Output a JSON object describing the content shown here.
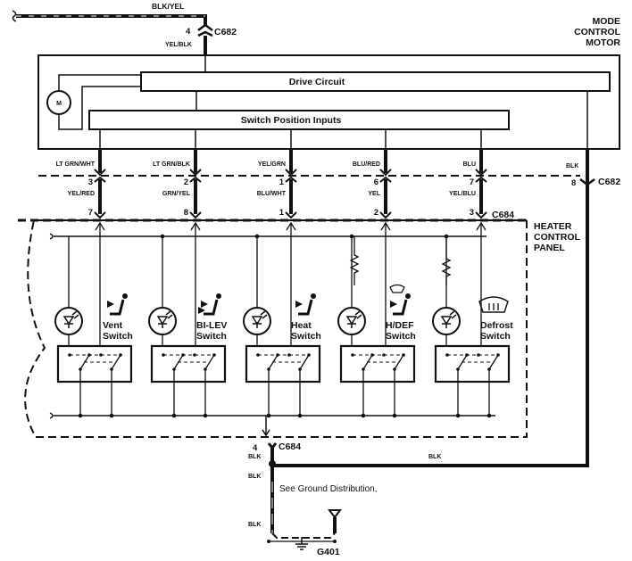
{
  "diagram": {
    "title": "Mode Control Motor / Heater Control Panel Wiring",
    "mode_control_motor_label": [
      "MODE",
      "CONTROL",
      "MOTOR"
    ],
    "heater_control_panel_label": [
      "HEATER",
      "CONTROL",
      "PANEL"
    ],
    "drive_circuit_label": "Drive Circuit",
    "switch_position_inputs_label": "Switch Position Inputs",
    "motor_symbol": "M",
    "top_wire": {
      "color": "BLK/YEL",
      "pin": "4",
      "connector": "C682",
      "lower_color": "YEL/BLK"
    },
    "connectors": {
      "upper": "C682",
      "lower": "C684"
    },
    "circuits": [
      {
        "upper_color": "LT GRN/WHT",
        "upper_pin": "3",
        "mid_color": "YEL/RED",
        "lower_pin": "7"
      },
      {
        "upper_color": "LT GRN/BLK",
        "upper_pin": "2",
        "mid_color": "GRN/YEL",
        "lower_pin": "8"
      },
      {
        "upper_color": "YEL/GRN",
        "upper_pin": "1",
        "mid_color": "BLU/WHT",
        "lower_pin": "1"
      },
      {
        "upper_color": "BLU/RED",
        "upper_pin": "6",
        "mid_color": "YEL",
        "lower_pin": "2"
      },
      {
        "upper_color": "BLU",
        "upper_pin": "7",
        "mid_color": "YEL/BLU",
        "lower_pin": "3"
      }
    ],
    "ground_circuit": {
      "upper_color": "BLK",
      "upper_pin": "8"
    },
    "switches": [
      {
        "label1": "Vent",
        "label2": "Switch",
        "icon": "vent-mode-icon"
      },
      {
        "label1": "BI-LEV",
        "label2": "Switch",
        "icon": "bilevel-mode-icon"
      },
      {
        "label1": "Heat",
        "label2": "Switch",
        "icon": "heat-mode-icon"
      },
      {
        "label1": "H/DEF",
        "label2": "Switch",
        "icon": "heat-defrost-mode-icon"
      },
      {
        "label1": "Defrost",
        "label2": "Switch",
        "icon": "defrost-mode-icon"
      }
    ],
    "bottom": {
      "pin": "4",
      "connector": "C684",
      "wire_colors": [
        "BLK",
        "BLK",
        "BLK",
        "BLK"
      ],
      "note": "See Ground Distribution,",
      "ground": "G401"
    }
  }
}
